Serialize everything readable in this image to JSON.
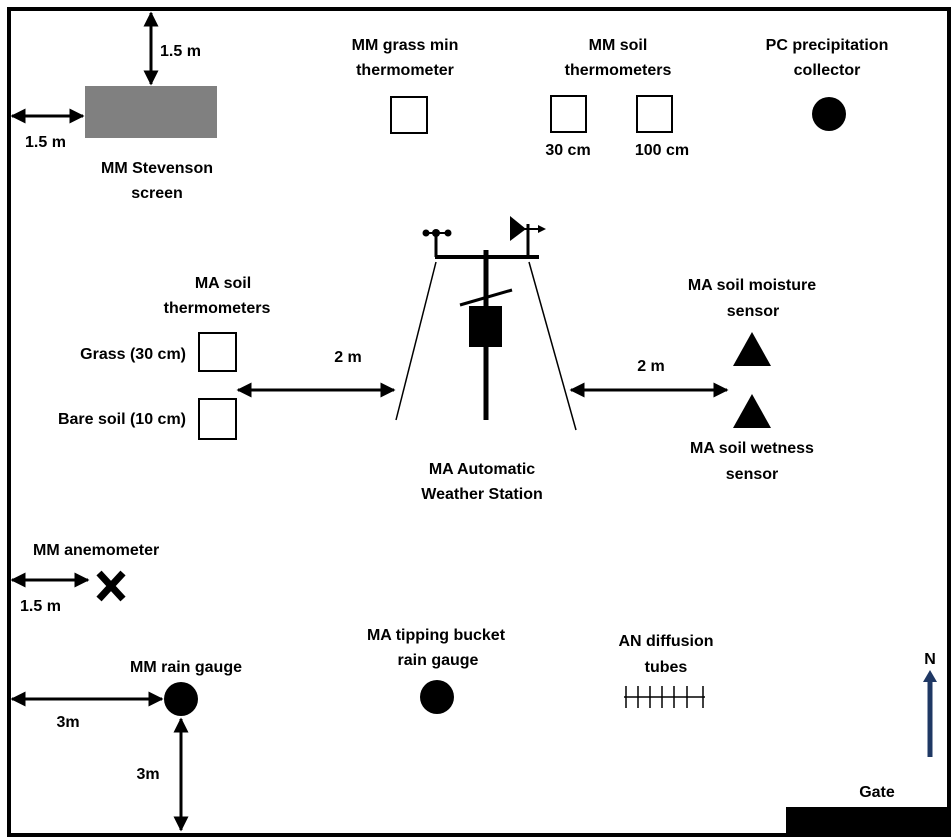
{
  "labels": {
    "stevenson_screen": [
      "MM Stevenson",
      "screen"
    ],
    "grass_min_thermometer": [
      "MM grass min",
      "thermometer"
    ],
    "mm_soil_thermometers": [
      "MM soil",
      "thermometers"
    ],
    "soil_depth_30": "30 cm",
    "soil_depth_100": "100 cm",
    "precip_collector": [
      "PC precipitation",
      "collector"
    ],
    "ma_soil_thermometers": [
      "MA soil",
      "thermometers"
    ],
    "grass_30": "Grass (30 cm)",
    "bare_soil_10": "Bare soil (10 cm)",
    "aws": [
      "MA Automatic",
      "Weather Station"
    ],
    "soil_moisture_sensor": [
      "MA soil moisture",
      "sensor"
    ],
    "soil_wetness_sensor": [
      "MA soil wetness",
      "sensor"
    ],
    "anemometer": "MM anemometer",
    "mm_rain_gauge": "MM rain gauge",
    "tipping_bucket": [
      "MA tipping bucket",
      "rain gauge"
    ],
    "diffusion_tubes": [
      "AN diffusion",
      "tubes"
    ],
    "north": "N",
    "gate": "Gate"
  },
  "distances": {
    "screen_top": "1.5 m",
    "screen_left": "1.5 m",
    "aws_left": "2 m",
    "aws_right": "2 m",
    "anemometer_left": "1.5 m",
    "rain_gauge_left": "3m",
    "rain_gauge_bottom": "3m"
  },
  "colors": {
    "screen_fill": "#808080",
    "ink": "#000000"
  }
}
